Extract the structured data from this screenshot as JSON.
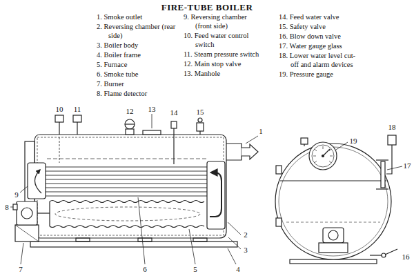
{
  "diagram": {
    "title": "FIRE-TUBE BOILER",
    "labels": [
      "1. Smoke outlet",
      "2. Reversing chamber (rear side)",
      "3. Boiler body",
      "4. Boiler frame",
      "5. Furnace",
      "6. Smoke tube",
      "7. Burner",
      "8. Flame detector",
      "9. Reversing chamber (front side)",
      "10. Feed water control switch",
      "11. Steam pressure switch",
      "12. Main stop valve",
      "13. Manhole",
      "14. Feed water valve",
      "15. Safety valve",
      "16. Blow down valve",
      "17. Water gauge glass",
      "18. Lower water level cut-off and alarm devices",
      "19. Pressure gauge",
      "10",
      "11",
      "12",
      "13",
      "14",
      "15",
      "1",
      "9",
      "8",
      "2",
      "3",
      "7",
      "6",
      "5",
      "4",
      "19",
      "18",
      "17",
      "16"
    ]
  }
}
